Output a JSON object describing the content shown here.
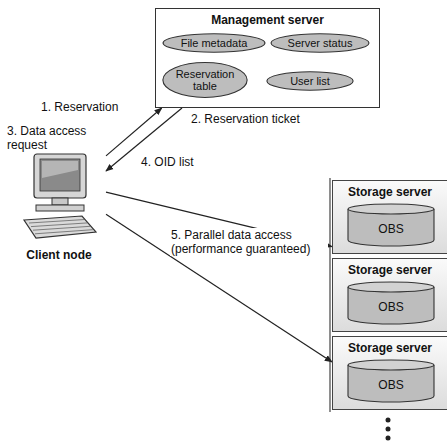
{
  "diagram": {
    "nodes": [
      {
        "text": [
          "Management server"
        ]
      },
      {
        "text": [
          "File metadata"
        ],
        "in": 0
      },
      {
        "text": [
          "Server status"
        ],
        "in": 0
      },
      {
        "text": [
          "Reservation table"
        ],
        "in": 0
      },
      {
        "text": [
          "User list"
        ],
        "in": 0
      },
      {
        "text": [
          "Client node"
        ]
      },
      {
        "text": [
          "Storage server"
        ]
      },
      {
        "text": [
          "OBS"
        ],
        "in": 6
      },
      {
        "text": [
          "Storage server"
        ]
      },
      {
        "text": [
          "OBS"
        ],
        "in": 8
      },
      {
        "text": [
          "Storage server"
        ]
      },
      {
        "text": [
          "OBS"
        ],
        "in": 10
      }
    ],
    "edges": [
      {
        "from": 5,
        "to": 0,
        "arrow": "to",
        "label": "1. Reservation"
      },
      {
        "from": 0,
        "to": 5,
        "arrow": "to",
        "label": "2. Reservation ticket"
      },
      {
        "from": 5,
        "to": 6,
        "arrow": "to",
        "label": "5. Parallel data access (performance guaranteed)"
      },
      {
        "from": 5,
        "to": 10,
        "arrow": "to"
      }
    ],
    "labels": [
      "3. Data access request",
      "4. OID list"
    ]
  }
}
